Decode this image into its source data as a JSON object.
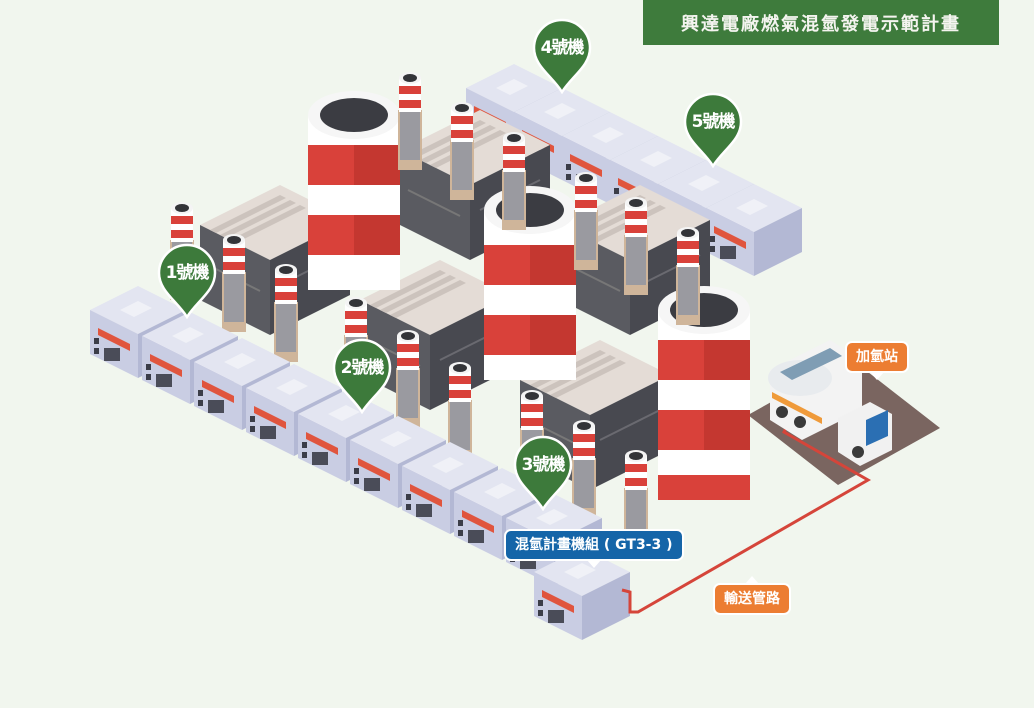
{
  "title": "興達電廠燃氣混氫發電示範計畫",
  "units": [
    {
      "id": "unit-1",
      "label": "1號機"
    },
    {
      "id": "unit-2",
      "label": "2號機"
    },
    {
      "id": "unit-3",
      "label": "3號機"
    },
    {
      "id": "unit-4",
      "label": "4號機"
    },
    {
      "id": "unit-5",
      "label": "5號機"
    }
  ],
  "callouts": {
    "hydrogen_station": "加氫站",
    "pipeline": "輸送管路",
    "cofiring_unit": "混氫計畫機組 ( GT3-3 )"
  },
  "colors": {
    "background": "#f1f6ee",
    "title_banner": "#3e7b3c",
    "unit_pin": "#3d7a3b",
    "callout_orange": "#ec7d32",
    "callout_blue": "#1565a8",
    "chimney_red": "#d9413a",
    "pipeline_red": "#d5453a",
    "building": "#cdd1e6",
    "station_ground": "#7a6560"
  }
}
